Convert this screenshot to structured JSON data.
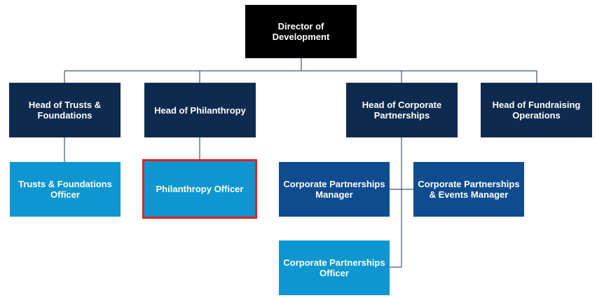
{
  "chart": {
    "director": "Director of Development",
    "heads": {
      "trusts": "Head of Trusts & Foundations",
      "philanthropy": "Head of Philanthropy",
      "corporate": "Head of Corporate Partnerships",
      "fundraising_ops": "Head of Fundraising Operations"
    },
    "staff": {
      "trusts_officer": "Trusts & Foundations Officer",
      "philanthropy_officer": "Philanthropy Officer",
      "cp_manager": "Corporate Partnerships Manager",
      "cp_events_manager": "Corporate Partnerships & Events Manager",
      "cp_officer": "Corporate Partnerships Officer"
    }
  },
  "highlighted_role": "Philanthropy Officer",
  "colors": {
    "director_fill": "#000000",
    "head_fill": "#0e2a4f",
    "manager_fill": "#0f4c8f",
    "officer_fill": "#0d96d0",
    "connector": "#40566f",
    "highlight_border": "#e3211c"
  }
}
